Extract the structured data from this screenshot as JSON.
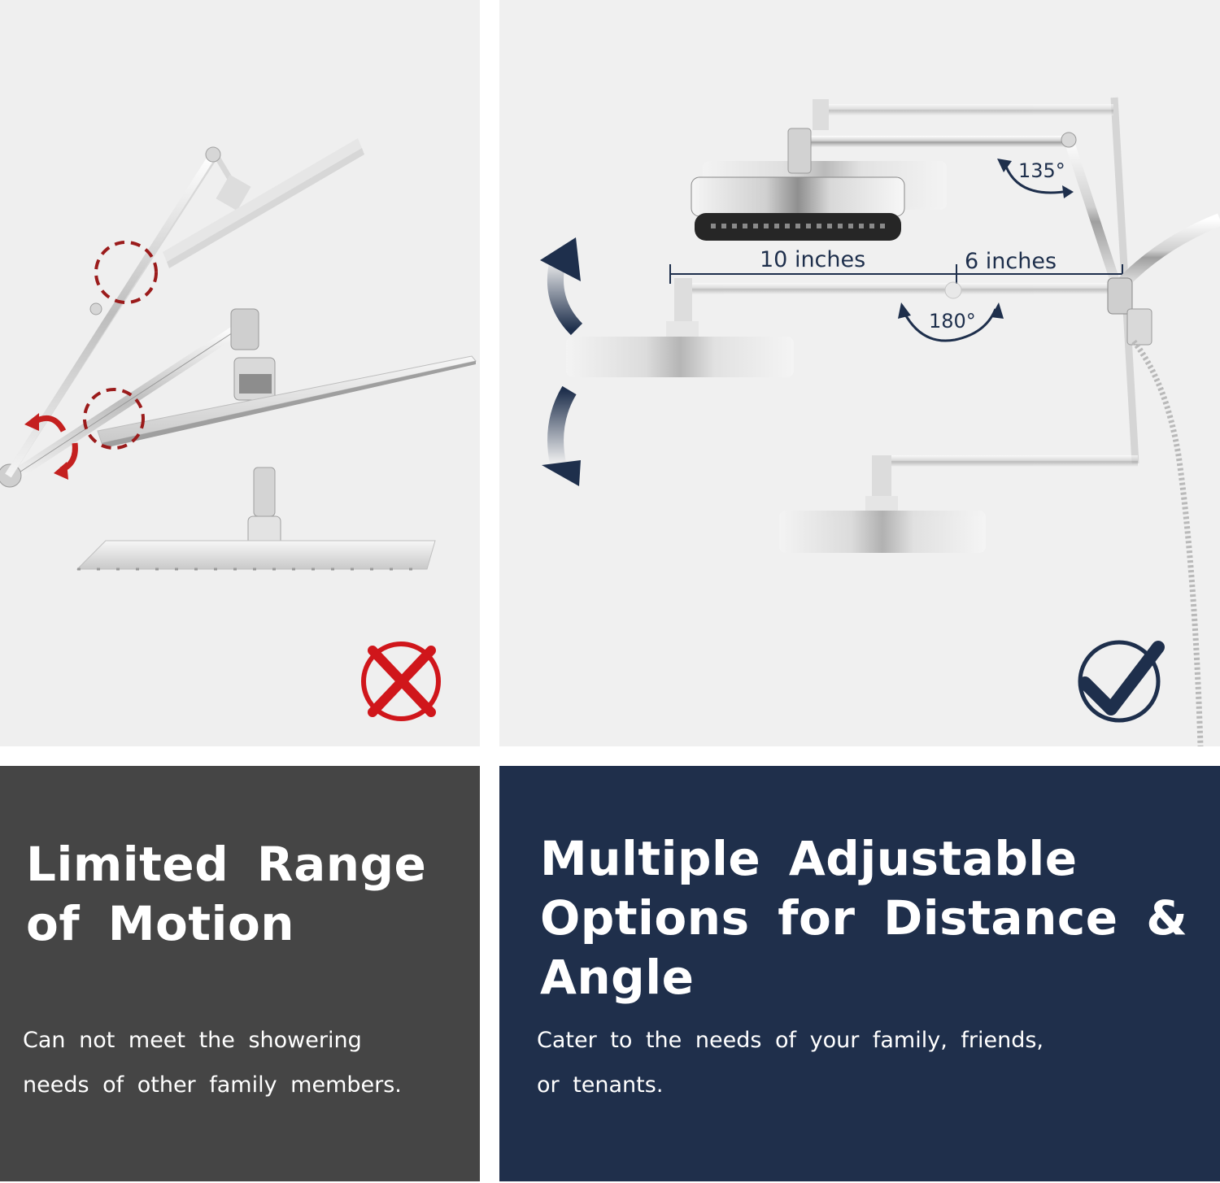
{
  "left_panel": {
    "heading_line1": "Limited  Range",
    "heading_line2": "of  Motion",
    "body_line1": "Can  not  meet  the  showering",
    "body_line2": "needs  of  other  family  members.",
    "status_icon": "cross-icon",
    "status_color": "#d0161b"
  },
  "right_panel": {
    "heading_line1": "Multiple  Adjustable",
    "heading_line2": "Options  for  Distance &",
    "heading_line3": "Angle",
    "body_line1": "Cater  to  the  needs  of  your family,  friends,",
    "body_line2": "or  tenants.",
    "status_icon": "checkmark-icon",
    "status_color": "#1e2f4c",
    "measure_10": "10 inches",
    "measure_6": "6 inches",
    "angle_135": "135°",
    "angle_180": "180°"
  },
  "colors": {
    "dark_panel": "#454545",
    "navy_panel": "#1f2f4b",
    "image_bg": "#efefef"
  }
}
